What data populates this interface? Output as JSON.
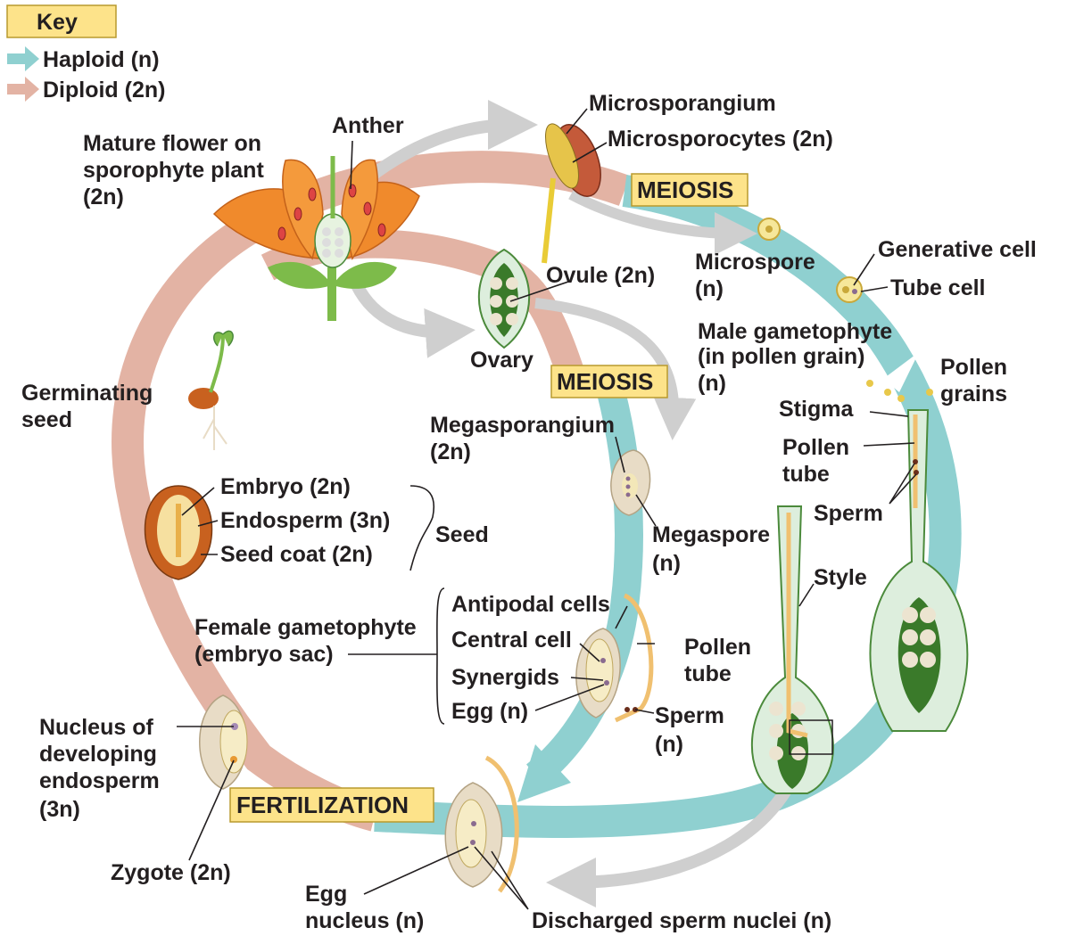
{
  "key": {
    "title": "Key",
    "haploid": "Haploid (n)",
    "diploid": "Diploid (2n)",
    "colors": {
      "haploid": "#8fd0d0",
      "diploid": "#e3b3a4",
      "box_fill": "#fde38a",
      "box_border": "#b89a2e"
    }
  },
  "stages": {
    "meiosis_male": "MEIOSIS",
    "meiosis_female": "MEIOSIS",
    "fertilization": "FERTILIZATION"
  },
  "labels": {
    "anther": "Anther",
    "mature_flower": [
      "Mature flower on",
      "sporophyte plant",
      "(2n)"
    ],
    "microsporangium": "Microsporangium",
    "microsporocytes": "Microsporocytes (2n)",
    "ovule": "Ovule (2n)",
    "ovary": "Ovary",
    "microspore": [
      "Microspore",
      "(n)"
    ],
    "generative_cell": "Generative cell",
    "tube_cell": "Tube cell",
    "male_gametophyte": [
      "Male gametophyte",
      "(in pollen grain)",
      "(n)"
    ],
    "pollen_grains": [
      "Pollen",
      "grains"
    ],
    "germinating_seed": [
      "Germinating",
      "seed"
    ],
    "megasporangium": [
      "Megasporangium",
      "(2n)"
    ],
    "stigma": "Stigma",
    "pollen_tube_top": [
      "Pollen",
      "tube"
    ],
    "sperm_top": "Sperm",
    "embryo": "Embryo (2n)",
    "endosperm": "Endosperm (3n)",
    "seed_coat": "Seed coat (2n)",
    "seed": "Seed",
    "megaspore": [
      "Megaspore",
      "(n)"
    ],
    "style": "Style",
    "female_gametophyte": [
      "Female gametophyte",
      "(embryo sac)"
    ],
    "antipodal_cells": "Antipodal cells",
    "central_cell": "Central cell",
    "synergids": "Synergids",
    "egg": "Egg (n)",
    "pollen_tube_mid": [
      "Pollen",
      "tube"
    ],
    "sperm_mid": [
      "Sperm",
      "(n)"
    ],
    "nucleus_endosperm": [
      "Nucleus of",
      "developing",
      "endosperm",
      "(3n)"
    ],
    "zygote": "Zygote (2n)",
    "egg_nucleus": [
      "Egg",
      "nucleus (n)"
    ],
    "discharged_sperm": "Discharged sperm nuclei (n)"
  }
}
